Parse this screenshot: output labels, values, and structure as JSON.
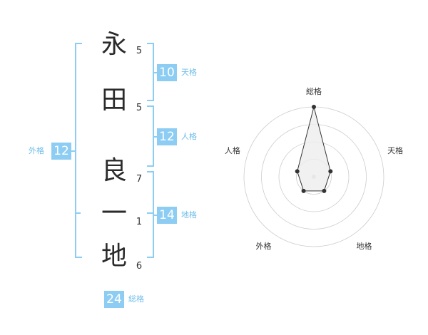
{
  "name": {
    "chars": [
      {
        "char": "永",
        "strokes": "5"
      },
      {
        "char": "田",
        "strokes": "5"
      },
      {
        "char": "良",
        "strokes": "7"
      },
      {
        "char": "一",
        "strokes": "1"
      },
      {
        "char": "地",
        "strokes": "6"
      }
    ]
  },
  "kaku": {
    "tenkaku": {
      "value": "10",
      "label": "天格"
    },
    "jinkaku": {
      "value": "12",
      "label": "人格"
    },
    "chikaku": {
      "value": "14",
      "label": "地格"
    },
    "gaikaku": {
      "value": "12",
      "label": "外格"
    },
    "soukaku": {
      "value": "24",
      "label": "総格"
    }
  },
  "colors": {
    "accent": "#8dcdf3",
    "accent_text": "#6fbde9",
    "radar_fill": "#eeeeee",
    "radar_line": "#333333",
    "ring": "#cccccc"
  },
  "chart_data": {
    "type": "radar",
    "axes": [
      "総格",
      "天格",
      "地格",
      "外格",
      "人格"
    ],
    "values": [
      4,
      1,
      1,
      1,
      1
    ],
    "max": 4,
    "rings": 4
  }
}
